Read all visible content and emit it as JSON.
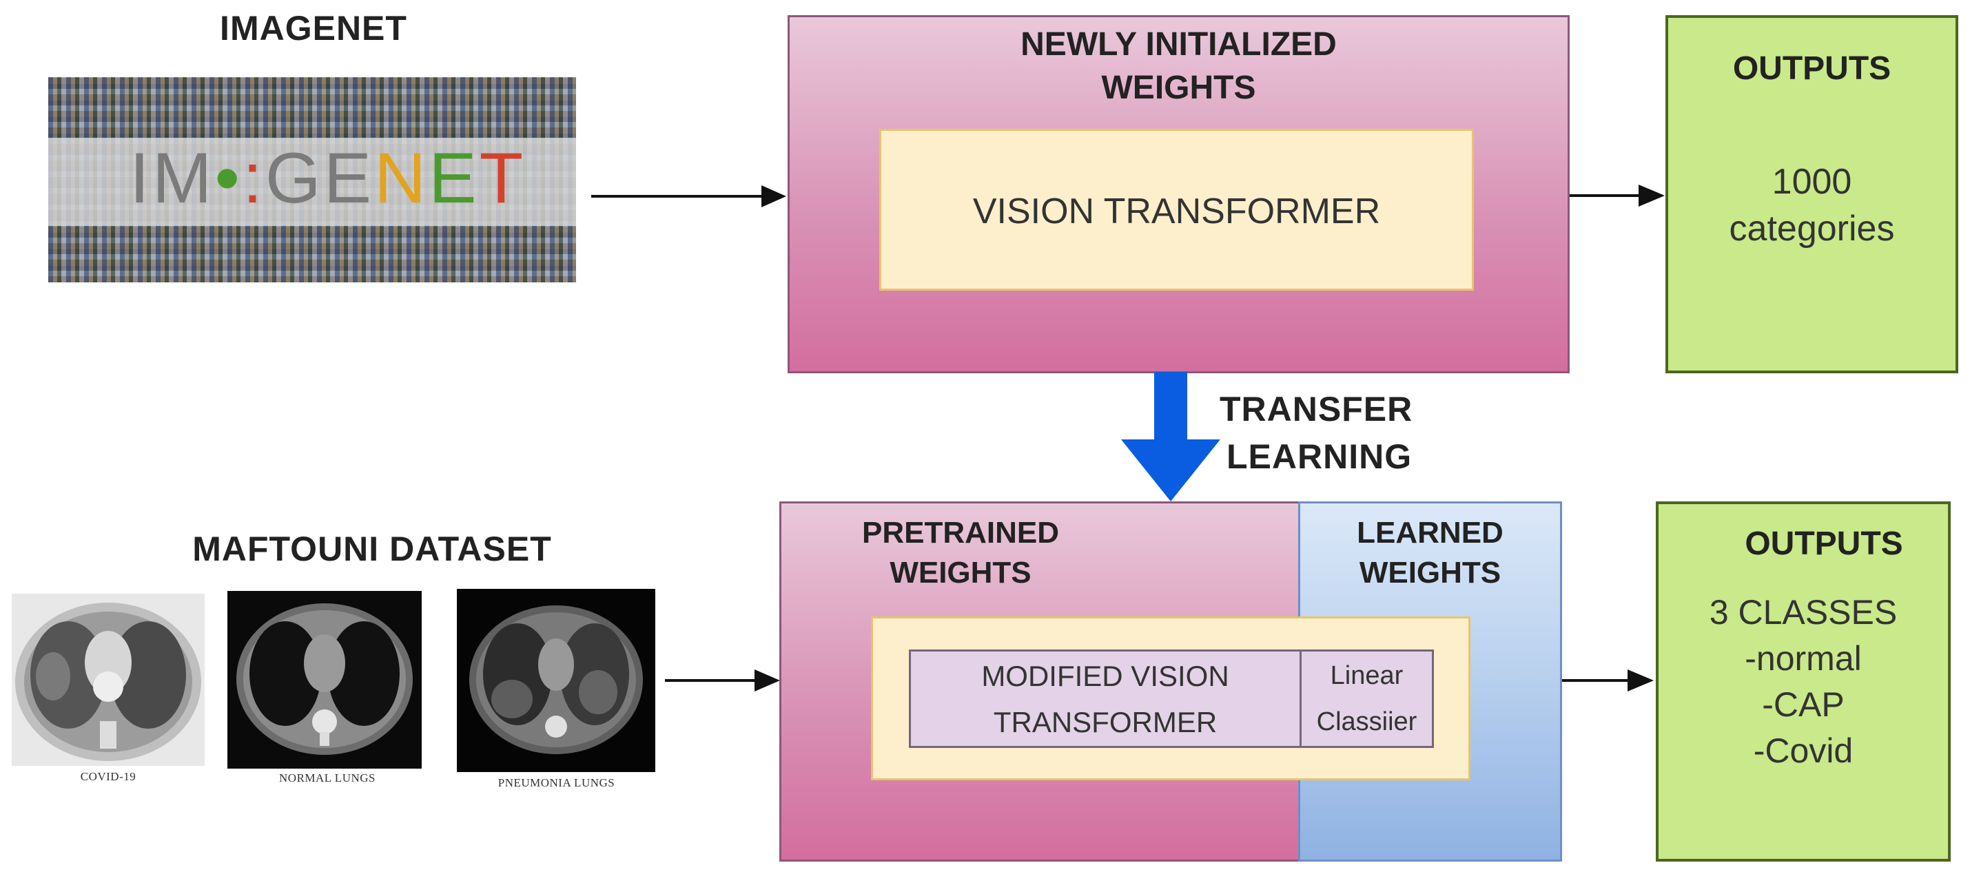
{
  "imagenet": {
    "title": "IMAGENET",
    "logo": "IMAGENET"
  },
  "top_block": {
    "title": "NEWLY INITIALIZED\nWEIGHTS",
    "inner": "VISION TRANSFORMER"
  },
  "top_outputs": {
    "title": "OUTPUTS",
    "line1": "1000",
    "line2": "categories"
  },
  "transfer": {
    "line1": "TRANSFER",
    "line2": "LEARNING"
  },
  "dataset": {
    "title": "MAFTOUNI DATASET",
    "captions": [
      "COVID-19",
      "NORMAL LUNGS",
      "PNEUMONIA LUNGS"
    ]
  },
  "bottom_block": {
    "pretrained": "PRETRAINED\nWEIGHTS",
    "learned": "LEARNED\nWEIGHTS",
    "modified": "MODIFIED VISION\nTRANSFORMER",
    "linear": "Linear\nClassiier"
  },
  "bottom_outputs": {
    "title": "OUTPUTS",
    "classes": "3 CLASSES",
    "items": [
      "-normal",
      "-CAP",
      "-Covid"
    ]
  },
  "colors": {
    "arrow_black": "#111111",
    "transfer_arrow": "#0a5de0",
    "output_green": "#c9e98a"
  }
}
